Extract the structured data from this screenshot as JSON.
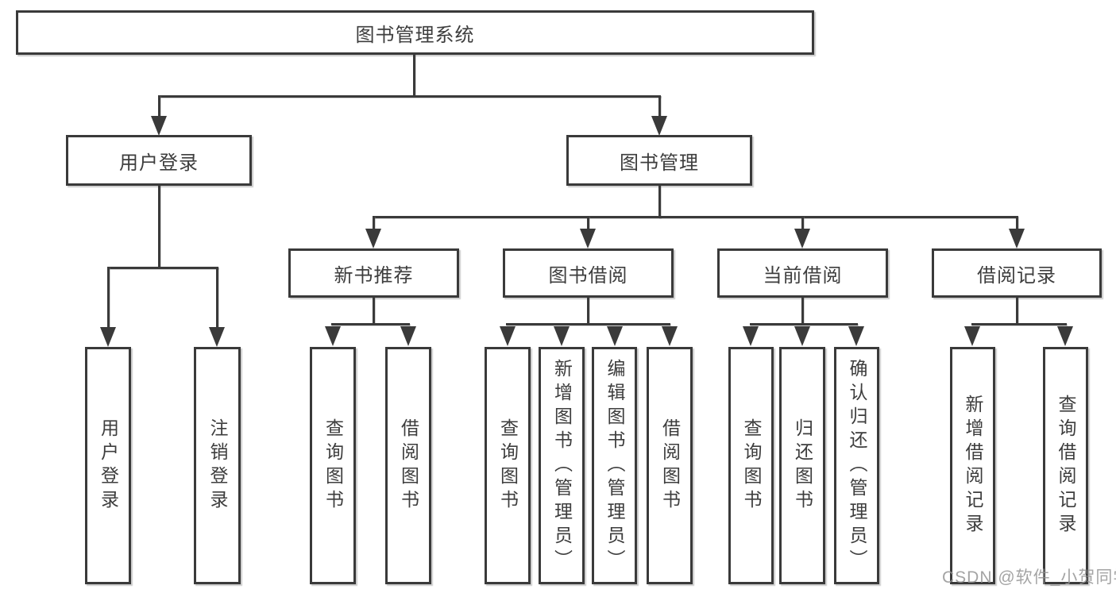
{
  "title": "图书管理系统",
  "colors": {
    "line": "#3a3a3a",
    "text": "#3d3d3d",
    "background": "#ffffff",
    "watermark": "#949494"
  },
  "nodes": {
    "root": {
      "label": "图书管理系统"
    },
    "level2": [
      {
        "label": "用户登录"
      },
      {
        "label": "图书管理"
      }
    ],
    "level3": [
      {
        "label": "新书推荐"
      },
      {
        "label": "图书借阅"
      },
      {
        "label": "当前借阅"
      },
      {
        "label": "借阅记录"
      }
    ],
    "leaves": [
      {
        "label": "用户登录"
      },
      {
        "label": "注销登录"
      },
      {
        "label": "查询图书"
      },
      {
        "label": "借阅图书"
      },
      {
        "label": "查询图书"
      },
      {
        "label": "新增图书（管理员）"
      },
      {
        "label": "编辑图书（管理员）"
      },
      {
        "label": "借阅图书"
      },
      {
        "label": "查询图书"
      },
      {
        "label": "归还图书"
      },
      {
        "label": "确认归还（管理员）"
      },
      {
        "label": "新增借阅记录"
      },
      {
        "label": "查询借阅记录"
      }
    ]
  },
  "structure": {
    "图书管理系统": {
      "用户登录": [
        "用户登录",
        "注销登录"
      ],
      "图书管理": {
        "新书推荐": [
          "查询图书",
          "借阅图书"
        ],
        "图书借阅": [
          "查询图书",
          "新增图书（管理员）",
          "编辑图书（管理员）",
          "借阅图书"
        ],
        "当前借阅": [
          "查询图书",
          "归还图书",
          "确认归还（管理员）"
        ],
        "借阅记录": [
          "新增借阅记录",
          "查询借阅记录"
        ]
      }
    }
  },
  "watermark": "CSDN @软件_小贺同学"
}
